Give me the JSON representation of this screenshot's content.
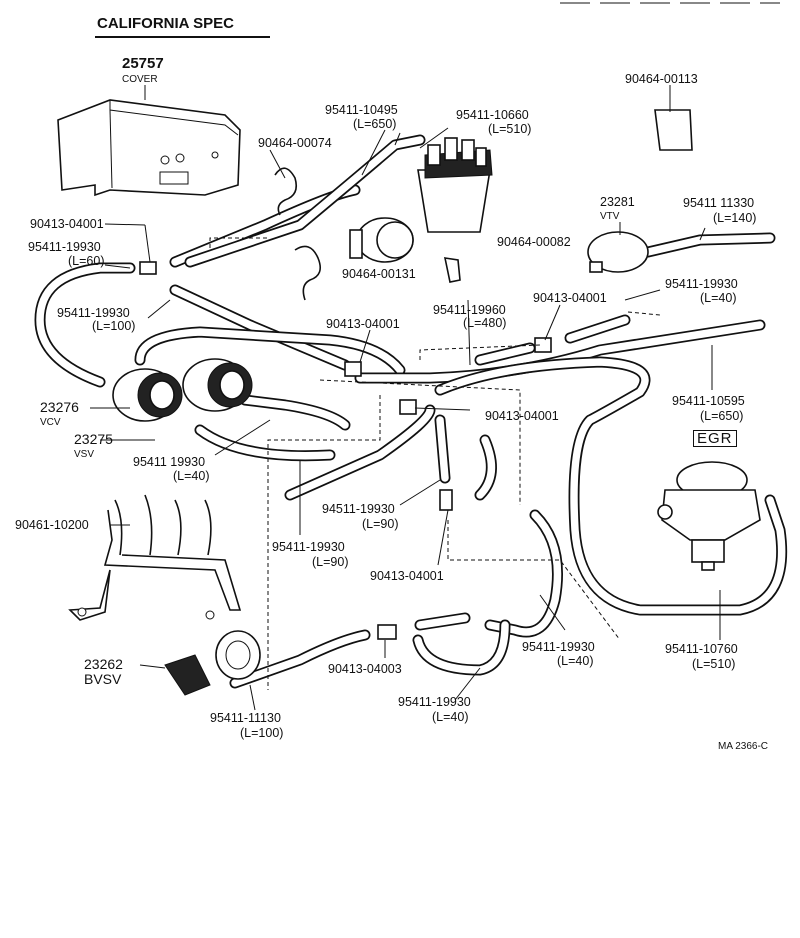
{
  "header": {
    "title": "CALIFORNIA SPEC"
  },
  "labels": {
    "cover_num": "25757",
    "cover_name": "COVER",
    "p90464_00113": "90464-00113",
    "p95411_10495": "95411-10495",
    "p95411_10495_len": "(L=650)",
    "p95411_10660": "95411-10660",
    "p95411_10660_len": "(L=510)",
    "p90464_00074": "90464-00074",
    "p23281": "23281",
    "p23281_name": "VTV",
    "p95411_11330": "95411 11330",
    "p95411_11330_len": "(L=140)",
    "p90413_04001_a": "90413-04001",
    "p90464_00082": "90464-00082",
    "p95411_19930_a": "95411-19930",
    "p95411_19930_a_len": "(L=60)",
    "p90464_00131": "90464-00131",
    "p95411_19930_b": "95411-19930",
    "p95411_19930_b_len": "(L=40)",
    "p90413_04001_b": "90413-04001",
    "p95411_19930_c": "95411-19930",
    "p95411_19930_c_len": "(L=100)",
    "p95411_19960": "95411-19960",
    "p95411_19960_len": "(L=480)",
    "p90413_04001_c": "90413-04001",
    "p23276": "23276",
    "p23276_name": "VCV",
    "p95411_10595": "95411-10595",
    "p95411_10595_len": "(L=650)",
    "p90413_04001_d": "90413-04001",
    "p23275": "23275",
    "p23275_name": "VSV",
    "egr": "EGR",
    "p95411_19930_d": "95411 19930",
    "p95411_19930_d_len": "(L=40)",
    "p94511_19930": "94511-19930",
    "p94511_19930_len": "(L=90)",
    "p90461_10200": "90461-10200",
    "p95411_19930_e": "95411-19930",
    "p95411_19930_e_len": "(L=90)",
    "p90413_04001_e": "90413-04001",
    "p95411_19930_f": "95411-19930",
    "p95411_19930_f_len": "(L=40)",
    "p95411_10760": "95411-10760",
    "p95411_10760_len": "(L=510)",
    "p23262": "23262",
    "p23262_name": "BVSV",
    "p90413_04003": "90413-04003",
    "p95411_19930_g": "95411-19930",
    "p95411_19930_g_len": "(L=40)",
    "p95411_11130": "95411-11130",
    "p95411_11130_len": "(L=100)",
    "figure_code": "MA 2366-C"
  }
}
